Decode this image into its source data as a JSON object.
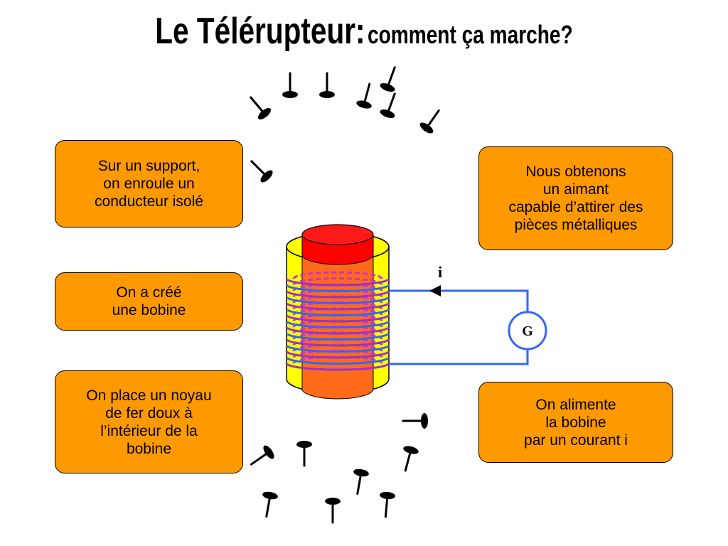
{
  "title": {
    "main": "Le Télérupteur:",
    "sub": "comment ça marche?"
  },
  "boxes": {
    "support": "Sur un support,\non enroule un\nconducteur isolé",
    "bobine": "On a créé\nune bobine",
    "noyau": "On place un noyau\nde fer doux à\nl’intérieur de la\nbobine",
    "aimant": "Nous obtenons\nun aimant\ncapable d’attirer des\npièces métalliques",
    "courant": "On alimente\nla bobine\npar un courant i"
  },
  "circuit": {
    "current_label": "i",
    "generator_label": "G"
  },
  "colors": {
    "box_fill": "#ff9900",
    "support_yellow": "#ffff00",
    "core_red": "#ff0000",
    "core_orange": "#ff6a1a",
    "winding_blue": "#3366ff",
    "winding_purple": "#cc33cc"
  }
}
